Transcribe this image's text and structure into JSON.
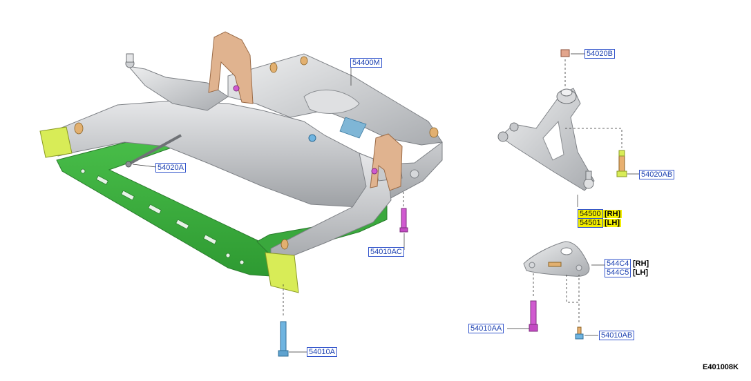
{
  "figure_id": "E401008K",
  "callouts": {
    "c54400M": "54400M",
    "c54020A": "54020A",
    "c54010AC": "54010AC",
    "c54010A": "54010A",
    "c54020B": "54020B",
    "c54020AB": "54020AB",
    "c54500": "54500",
    "c54501": "54501",
    "c544C4": "544C4",
    "c544C5": "544C5",
    "c54010AA": "54010AA",
    "c54010AB": "54010AB"
  },
  "sides": {
    "rh": "[RH]",
    "lh": "[LH]"
  },
  "colors": {
    "callout_text": "#1a3fb0",
    "highlight": "#f3ef00",
    "frame_green": "#3fb13f",
    "bracket_lime": "#d8ec57",
    "bracket_tan": "#e0b38f",
    "bolt_magenta": "#d05ad0",
    "bolt_blue": "#6fb4e0",
    "steel_gray": "#c7c9cc"
  }
}
